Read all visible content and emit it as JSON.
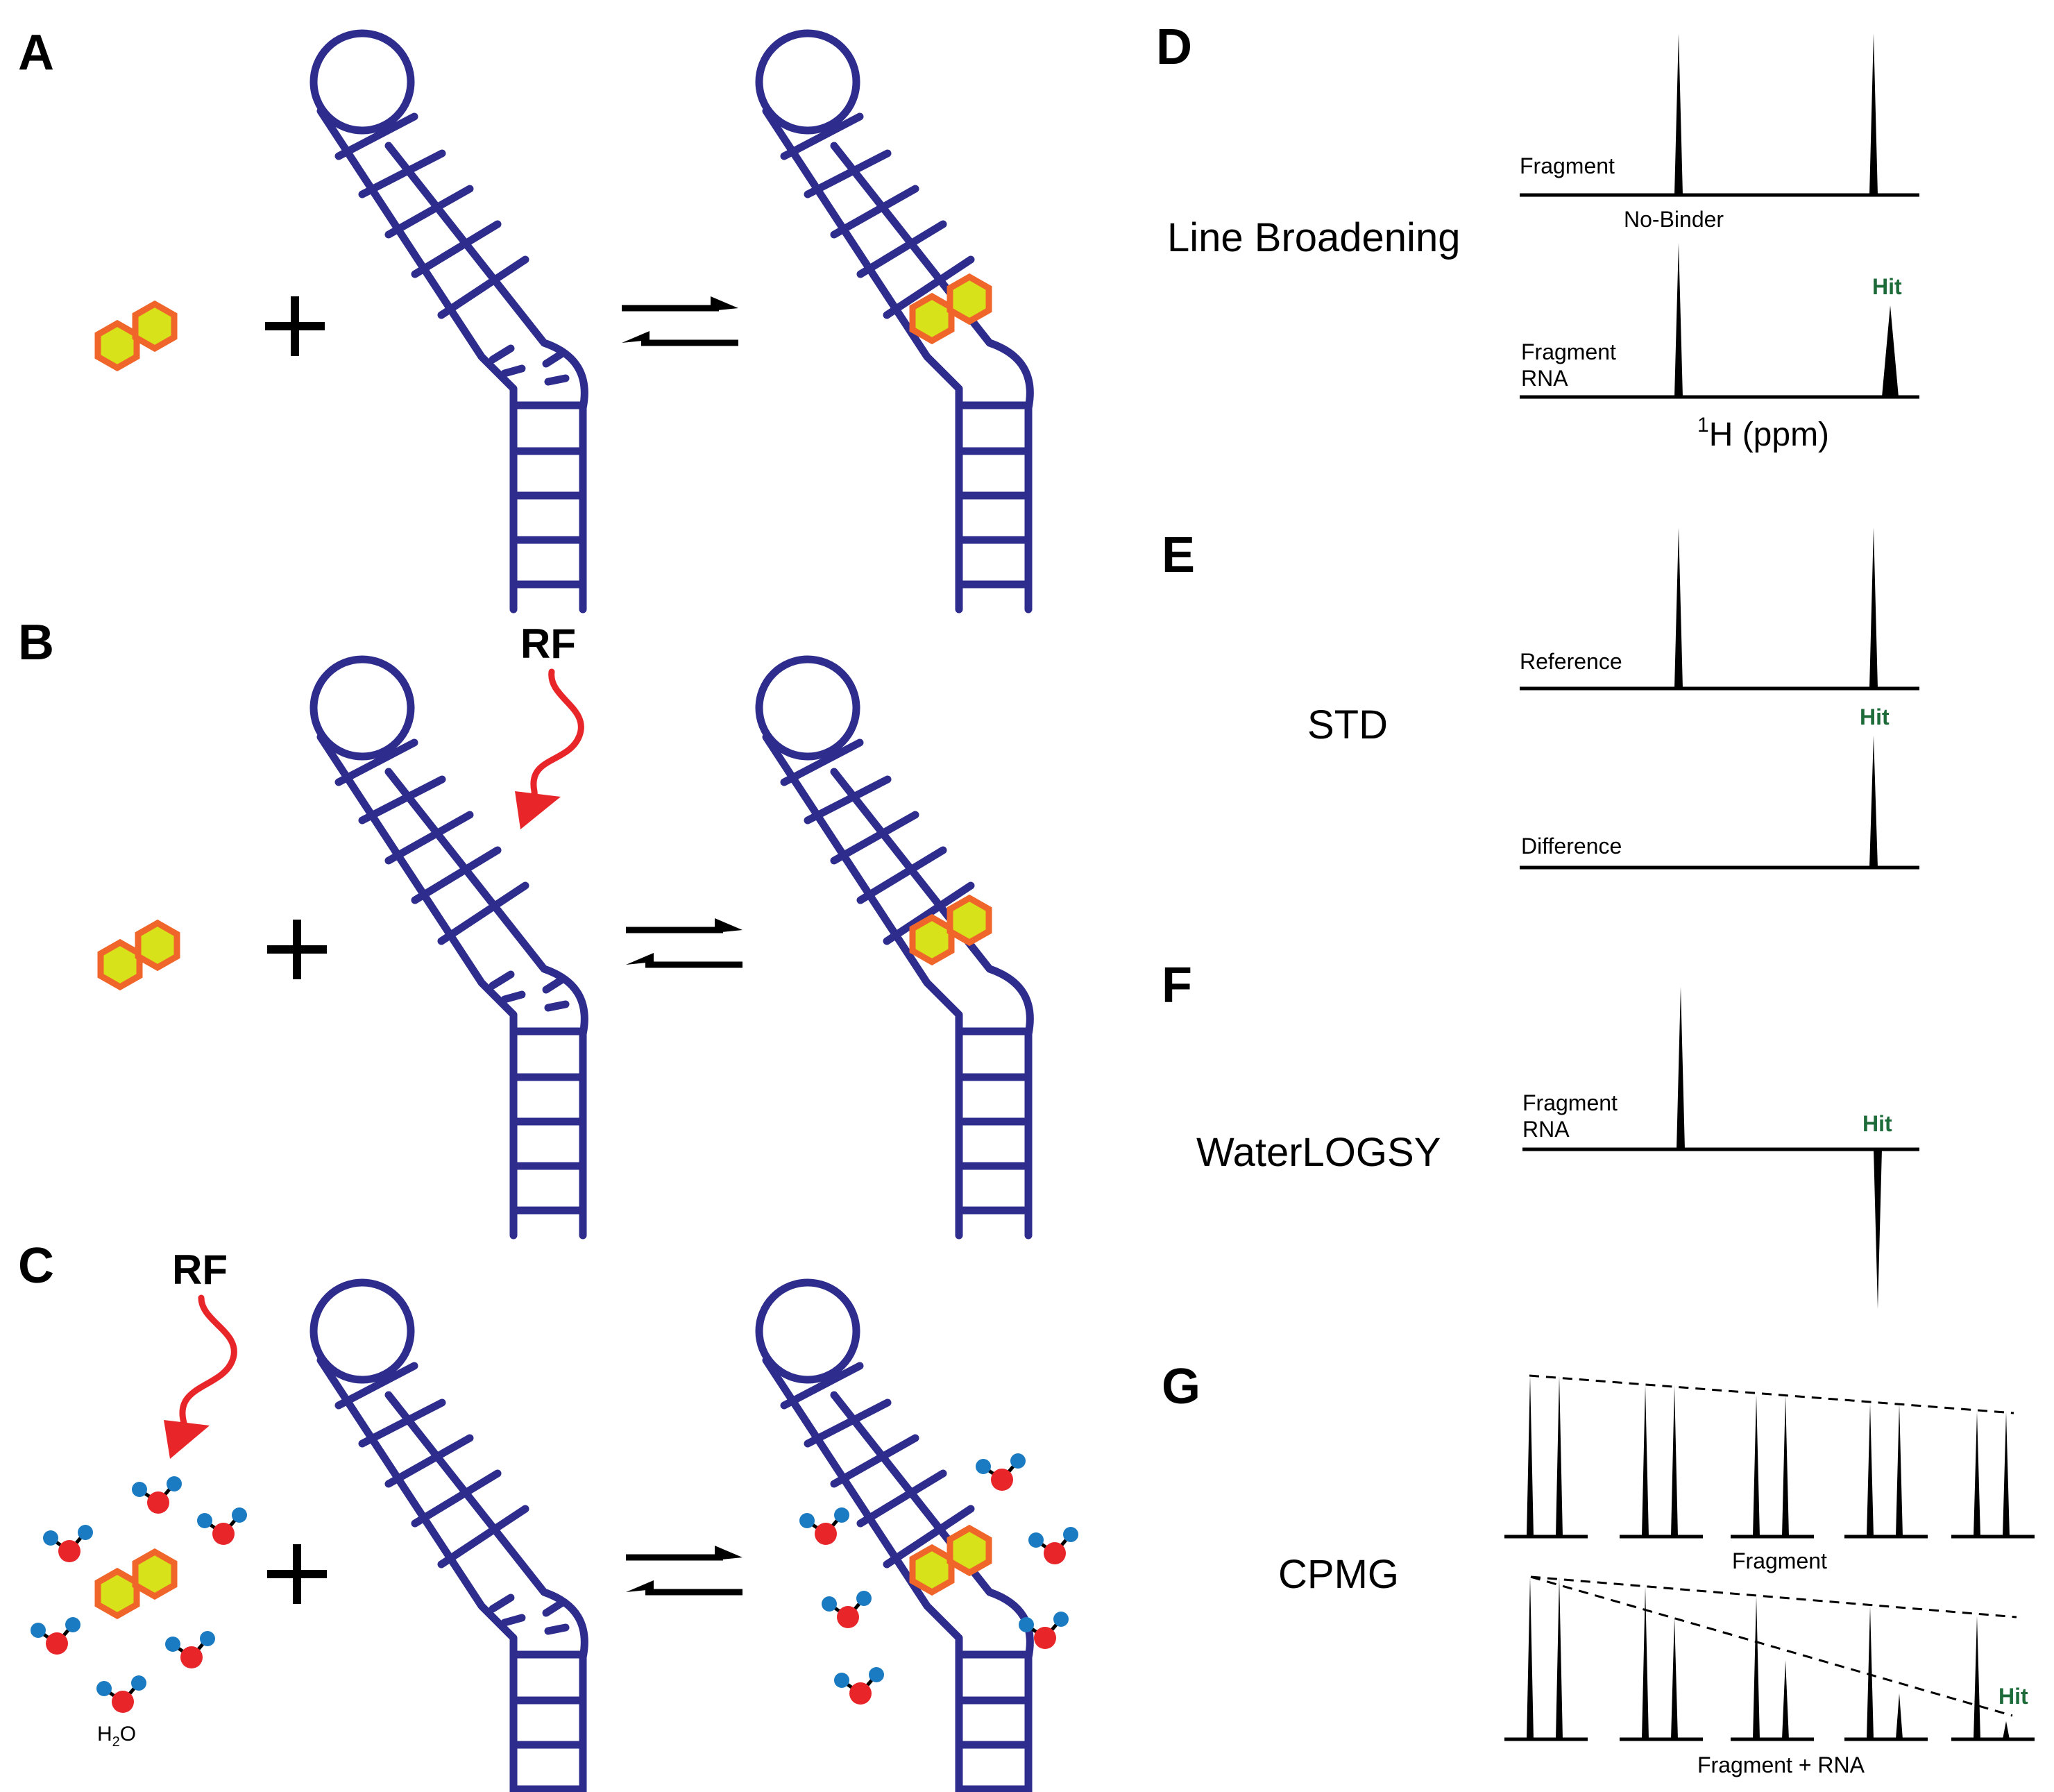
{
  "panels": {
    "A": "A",
    "B": "B",
    "C": "C",
    "D": "D",
    "E": "E",
    "F": "F",
    "G": "G"
  },
  "labels": {
    "rf": "RF",
    "water_h": "H",
    "water_sub": "2",
    "water_o": "O",
    "plus": "+"
  },
  "methods": {
    "line_broadening": "Line Broadening",
    "std": "STD",
    "waterlogsy": "WaterLOGSY",
    "cpmg": "CPMG"
  },
  "spectra": {
    "d_top_label": "Fragment",
    "d_top_sublabel": "No-Binder",
    "d_bottom_label_1": "Fragment",
    "d_bottom_label_2": "RNA",
    "d_axis_sup": "1",
    "d_axis": "H (ppm)",
    "e_top_label": "Reference",
    "e_bottom_label": "Difference",
    "f_label_1": "Fragment",
    "f_label_2": "RNA",
    "g_top_label": "Fragment",
    "g_bottom_label": "Fragment + RNA",
    "hit": "Hit"
  },
  "colors": {
    "rna": "#2e2c8c",
    "hexagon_fill": "#d7e21b",
    "hexagon_stroke": "#f0652a",
    "rf_arrow": "#e8262a",
    "oxygen": "#e8262a",
    "hydrogen": "#1b7bc2",
    "hit": "#1e6b3a"
  }
}
